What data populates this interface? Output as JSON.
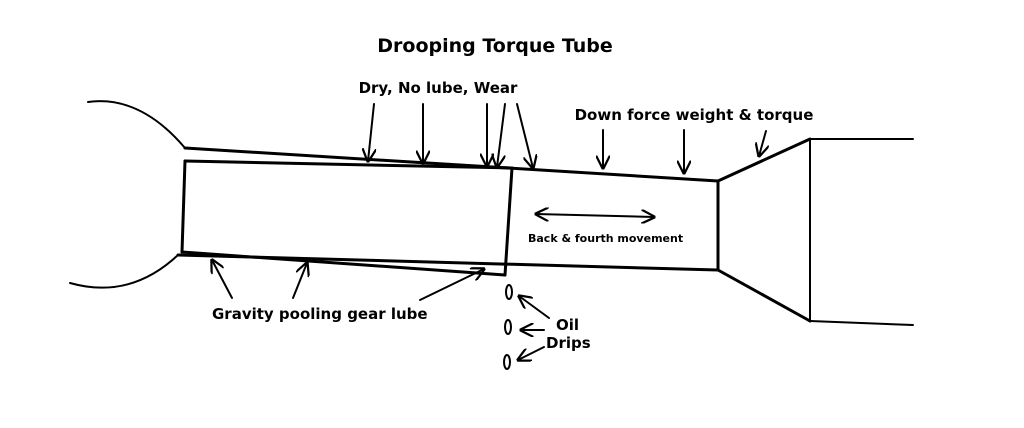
{
  "title": "Drooping Torque Tube",
  "labels": {
    "dry_no_lube_wear": "Dry, No lube, Wear",
    "down_force": "Down force weight & torque",
    "back_forth": "Back & fourth movement",
    "gravity_pooling": "Gravity pooling gear lube",
    "oil": "Oil",
    "drips": "Drips"
  },
  "colors": {
    "line": "#000000",
    "background": "#ffffff"
  }
}
